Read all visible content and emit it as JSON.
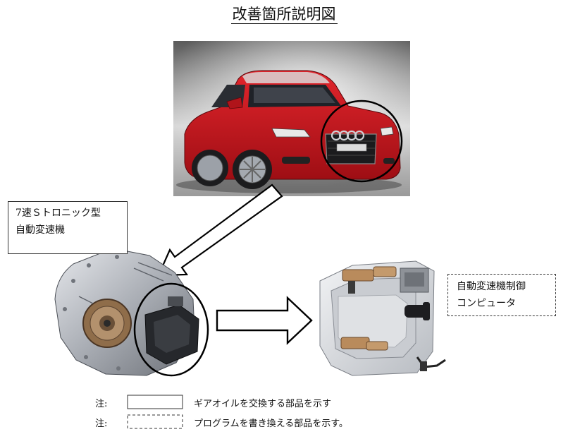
{
  "title": "改善箇所説明図",
  "labels": {
    "transmission_line1": "7速Ｓトロニック型",
    "transmission_line2": "自動変速機",
    "controller_line1": "自動変速機制御",
    "controller_line2": "コンピュータ"
  },
  "legend": {
    "note_mark": "注:",
    "solid_desc": "ギアオイルを交換する部品を示す",
    "dashed_desc": "プログラムを書き換える部品を示す。"
  },
  "colors": {
    "car_body": "#c8141c",
    "studio_bg": "#8a8a8a",
    "metal": "#b8bcc2",
    "outline": "#111111"
  }
}
